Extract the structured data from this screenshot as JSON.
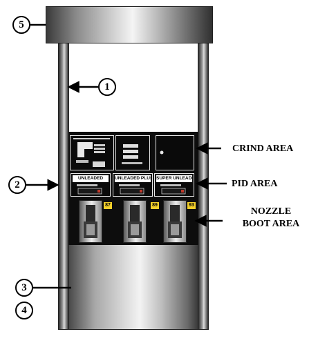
{
  "callouts": {
    "one": "1",
    "two": "2",
    "three": "3",
    "four": "4",
    "five": "5"
  },
  "area_labels": {
    "crind": "CRIND AREA",
    "pid": "PID AREA",
    "nozzle_line1": "NOZZLE",
    "nozzle_line2": "BOOT AREA"
  },
  "pid_names": {
    "unleaded": "UNLEADED",
    "unleaded_plus": "UNLEADED PLUS",
    "super_unleaded": "SUPER UNLEADED"
  },
  "octane_labels": {
    "left": "87",
    "middle": "89",
    "right": "93"
  },
  "colors": {
    "panel": "#0d0d0d",
    "octane_label": "#f2cf2a",
    "stainless_light": "#f4f4f4",
    "stainless_dark": "#3a3a3a"
  }
}
